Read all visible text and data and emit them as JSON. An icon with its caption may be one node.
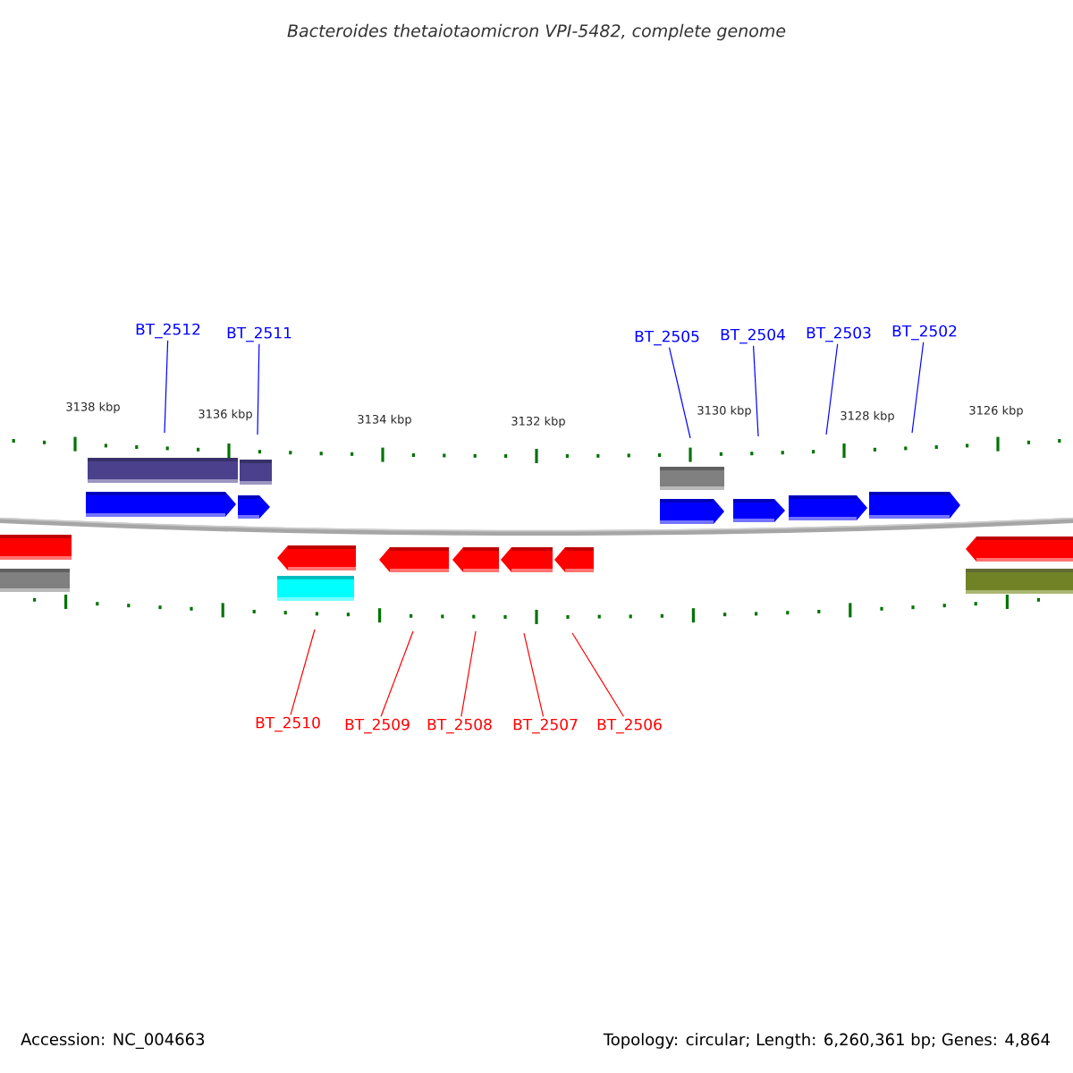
{
  "diagram": {
    "title": "Bacteroides thetaiotaomicron VPI-5482, complete genome",
    "nodes": [
      {
        "text": [
          "BT_2512"
        ]
      },
      {
        "text": [
          "BT_2511"
        ]
      },
      {
        "text": [
          "BT_2505"
        ]
      },
      {
        "text": [
          "BT_2504"
        ]
      },
      {
        "text": [
          "BT_2503"
        ]
      },
      {
        "text": [
          "BT_2502"
        ]
      },
      {
        "text": [
          "BT_2510"
        ]
      },
      {
        "text": [
          "BT_2509"
        ]
      },
      {
        "text": [
          "BT_2508"
        ]
      },
      {
        "text": [
          "BT_2507"
        ]
      },
      {
        "text": [
          "BT_2506"
        ]
      }
    ],
    "edges": [
      {
        "from": 0,
        "to": null,
        "arrow": "none"
      },
      {
        "from": 1,
        "to": null,
        "arrow": "none"
      },
      {
        "from": 2,
        "to": null,
        "arrow": "none"
      },
      {
        "from": 3,
        "to": null,
        "arrow": "none"
      },
      {
        "from": 4,
        "to": null,
        "arrow": "none"
      },
      {
        "from": 5,
        "to": null,
        "arrow": "none"
      },
      {
        "from": 6,
        "to": null,
        "arrow": "none",
        "color": "#ff0000"
      },
      {
        "from": 7,
        "to": null,
        "arrow": "none",
        "color": "#ff0000"
      },
      {
        "from": 8,
        "to": null,
        "arrow": "none",
        "color": "#ff0000"
      },
      {
        "from": 9,
        "to": null,
        "arrow": "none",
        "color": "#ff0000"
      },
      {
        "from": 10,
        "to": null,
        "arrow": "none",
        "color": "#ff0000"
      }
    ],
    "labels": [
      "3138 kbp",
      "3136 kbp",
      "3134 kbp",
      "3132 kbp",
      "3130 kbp",
      "3128 kbp",
      "3126 kbp",
      "Accession: NC_004663",
      "Topology: circular; Length: 6,260,361 bp; Genes: 4,864"
    ]
  }
}
